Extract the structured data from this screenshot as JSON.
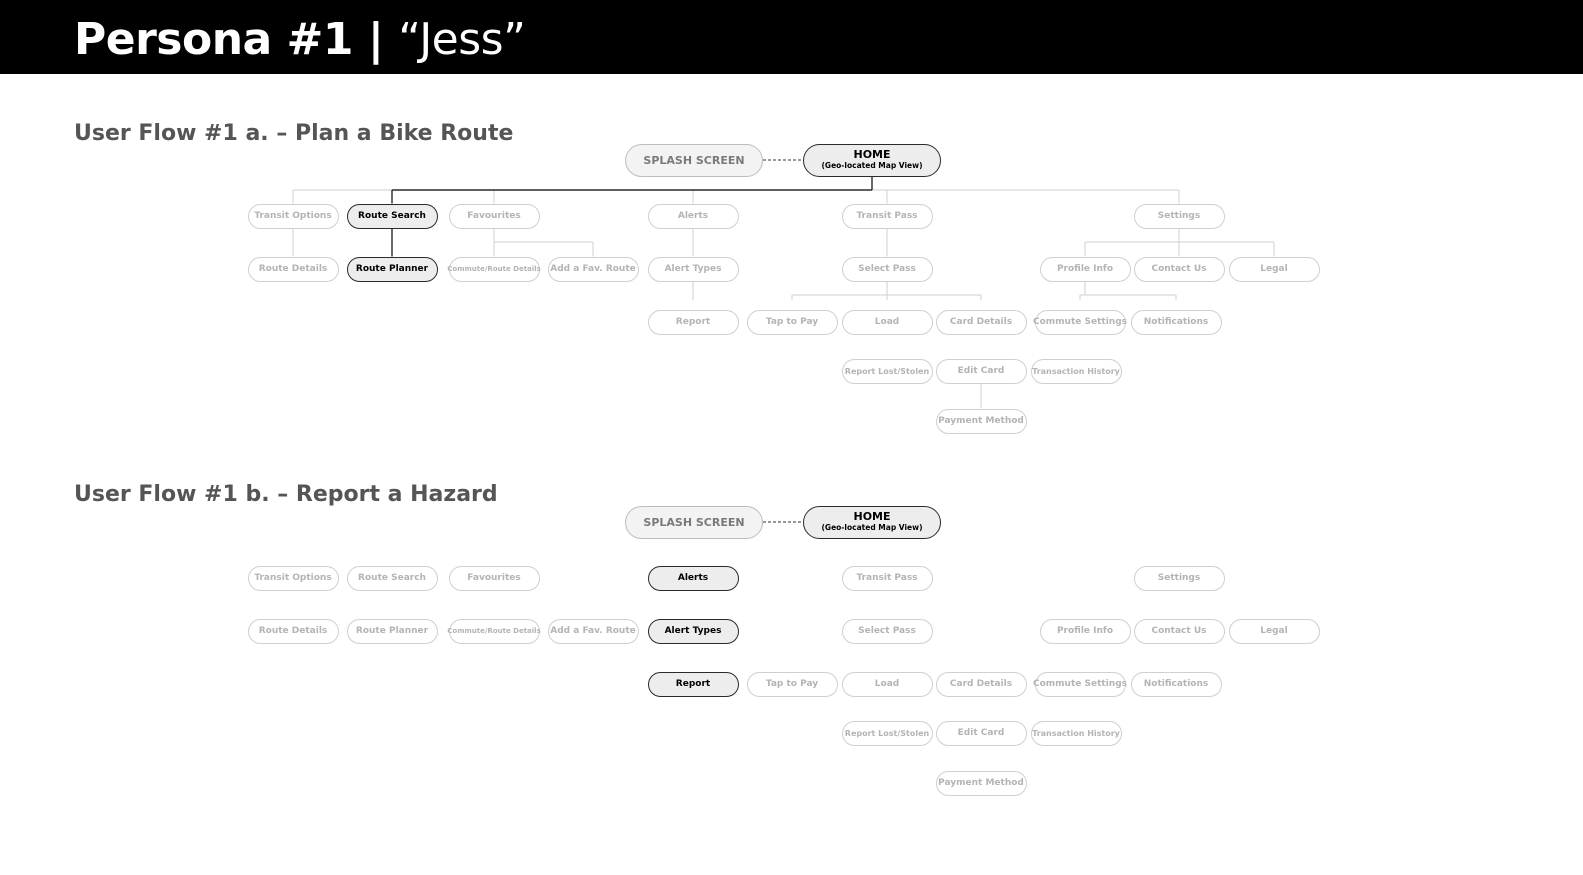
{
  "header": {
    "title_bold": "Persona #1 |",
    "title_light": "“Jess”"
  },
  "labels": {
    "splash": "SPLASH SCREEN",
    "home": "HOME",
    "home_sub": "(Geo-located Map View)",
    "transit_options": "Transit Options",
    "route_search": "Route Search",
    "favourites": "Favourites",
    "alerts": "Alerts",
    "transit_pass": "Transit Pass",
    "settings": "Settings",
    "route_details": "Route Details",
    "route_planner": "Route Planner",
    "commute_route_details": "Commute/Route Details",
    "add_fav_route": "Add a Fav. Route",
    "alert_types": "Alert Types",
    "select_pass": "Select Pass",
    "profile_info": "Profile Info",
    "contact_us": "Contact Us",
    "legal": "Legal",
    "report": "Report",
    "tap_to_pay": "Tap to Pay",
    "load": "Load",
    "card_details": "Card Details",
    "commute_settings": "Commute Settings",
    "notifications": "Notifications",
    "report_lost_stolen": "Report Lost/Stolen",
    "edit_card": "Edit Card",
    "transaction_history": "Transaction History",
    "payment_method": "Payment Method"
  },
  "flows": [
    {
      "title": "User Flow #1 a. – Plan a Bike Route",
      "highlighted": [
        "home",
        "route_search",
        "route_planner"
      ]
    },
    {
      "title": "User Flow #1 b. – Report a Hazard",
      "highlighted": [
        "home",
        "alerts",
        "alert_types",
        "report"
      ]
    }
  ],
  "colors": {
    "header_bg": "#000000",
    "header_text": "#ffffff",
    "flow_title": "#555555",
    "active_border": "#2a2a2a",
    "active_fill": "#ededed",
    "inactive_border": "#cfcfcf",
    "inactive_text": "#b4b4b4",
    "link_inactive": "#cfcfcf",
    "link_active": "#2a2a2a"
  }
}
